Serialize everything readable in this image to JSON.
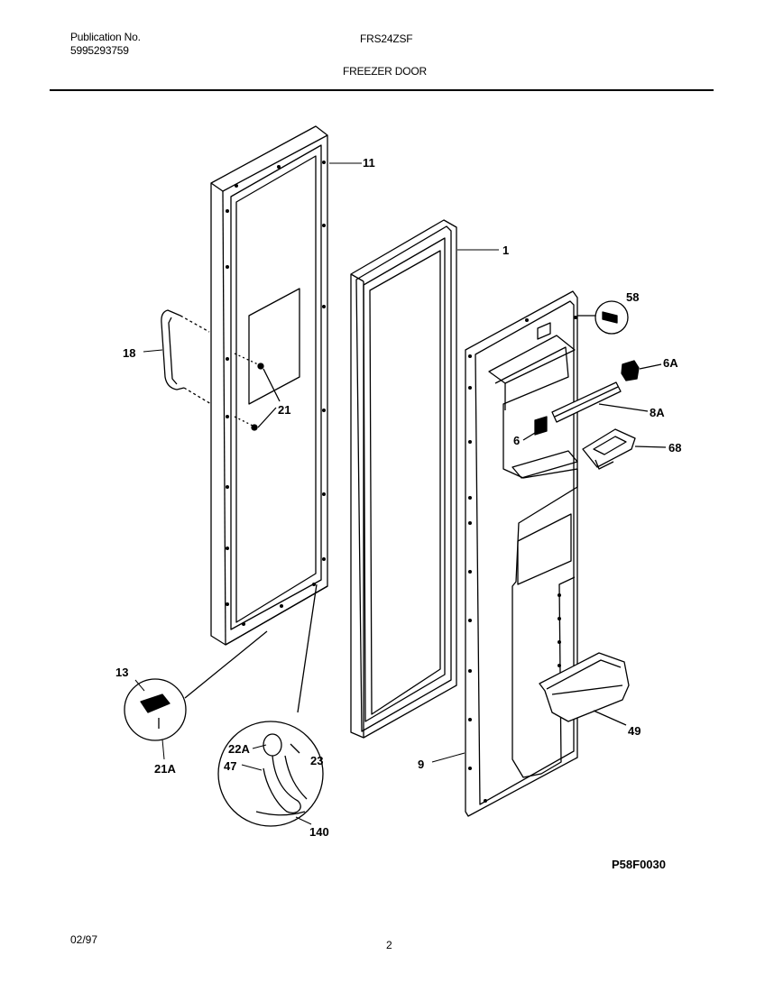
{
  "header": {
    "publication_label": "Publication No.",
    "publication_number": "5995293759",
    "model": "FRS24ZSF",
    "section_title": "FREEZER DOOR"
  },
  "diagram": {
    "callouts": {
      "c11": "11",
      "c1": "1",
      "c58": "58",
      "c6A": "6A",
      "c8A": "8A",
      "c6": "6",
      "c68": "68",
      "c18": "18",
      "c21": "21",
      "c13": "13",
      "c21A": "21A",
      "c22A": "22A",
      "c47": "47",
      "c23": "23",
      "c140": "140",
      "c9": "9",
      "c49": "49"
    },
    "figure_code": "P58F0030"
  },
  "footer": {
    "date": "02/97",
    "page_number": "2"
  }
}
